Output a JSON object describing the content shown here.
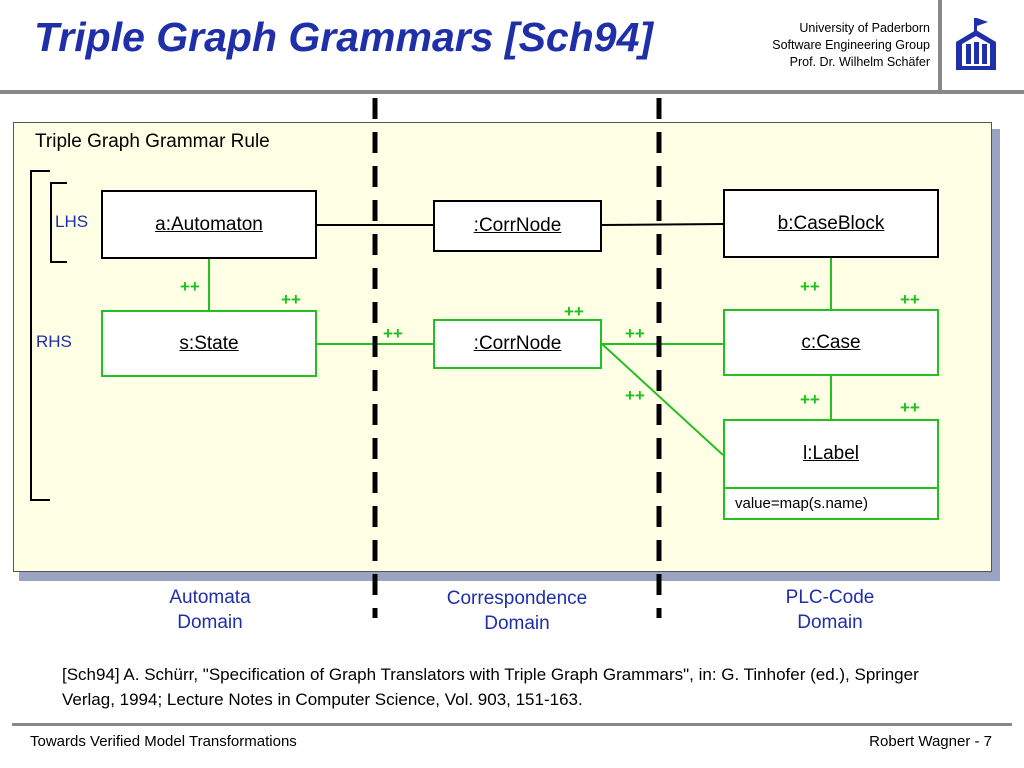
{
  "header": {
    "title": "Triple Graph Grammars [Sch94]",
    "affiliation": [
      "University of Paderborn",
      "Software Engineering Group",
      "Prof. Dr. Wilhelm Schäfer"
    ]
  },
  "diagram": {
    "rule_title": "Triple Graph Grammar Rule",
    "lhs_label": "LHS",
    "rhs_label": "RHS",
    "nodes": {
      "automaton": ":Automaton",
      "automaton_prefix": "a",
      "corr_top": ":CorrNode",
      "caseblock": "b:CaseBlock",
      "state": "s:State",
      "corr_bottom": ":CorrNode",
      "case": "c:Case",
      "label": "l:Label",
      "label_attr": "value=map(s.name)"
    },
    "plus_marker": "++",
    "domains": {
      "automata": [
        "Automata",
        "Domain"
      ],
      "correspondence": [
        "Correspondence",
        "Domain"
      ],
      "plc": [
        "PLC-Code",
        "Domain"
      ]
    }
  },
  "citation": "[Sch94] A. Schürr, \"Specification of Graph Translators with Triple Graph Grammars\", in: G. Tinhofer (ed.), Springer Verlag, 1994; Lecture Notes in Computer Science, Vol. 903, 151-163.",
  "footer": {
    "left": "Towards Verified Model Transformations",
    "right": "Robert Wagner - 7"
  },
  "colors": {
    "title_blue": "#1f2fa8",
    "create_green": "#22c020",
    "panel_fill": "#ffffe6"
  }
}
